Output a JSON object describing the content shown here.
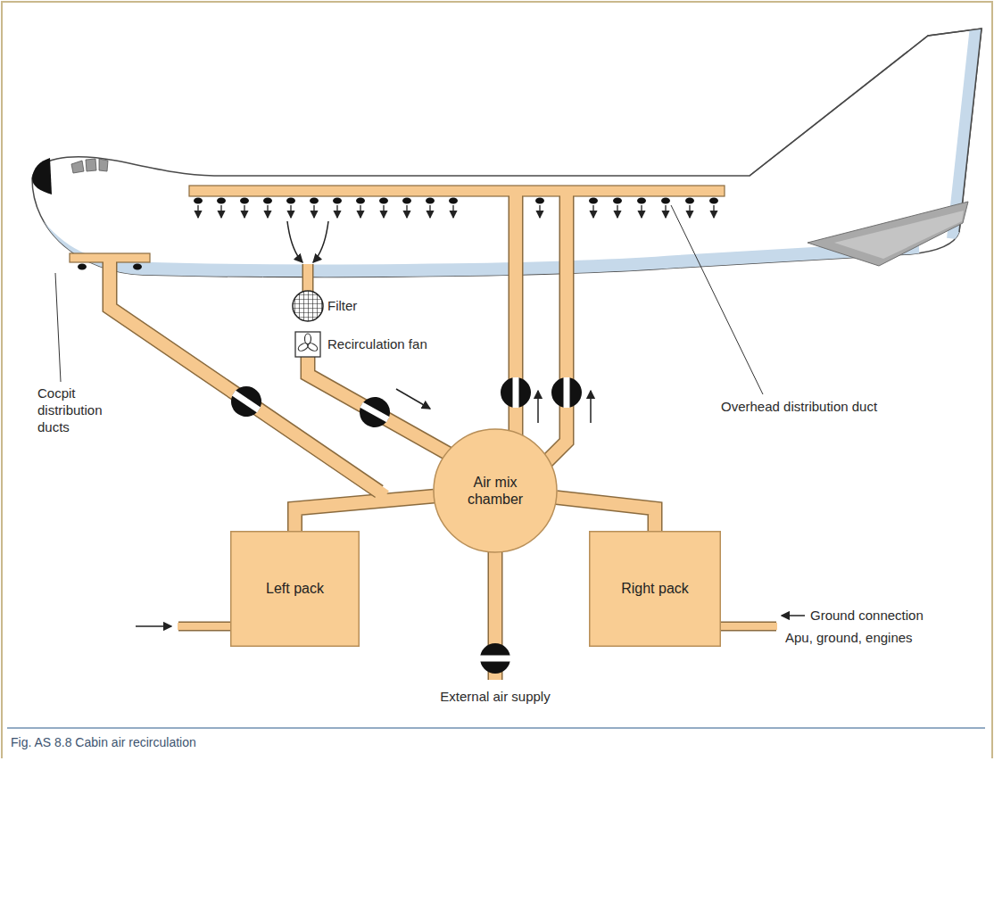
{
  "diagram": {
    "caption": "Fig. AS 8.8 Cabin air recirculation",
    "nodes": [
      {
        "text": [
          "Air mix chamber"
        ]
      },
      {
        "text": [
          "Left pack"
        ]
      },
      {
        "text": [
          "Right pack"
        ]
      }
    ],
    "edges": [
      {
        "from": 1,
        "to": 0,
        "arrow": "none"
      },
      {
        "from": 2,
        "to": 0,
        "arrow": "none"
      }
    ],
    "labels": [
      "Cocpit distribution ducts",
      "Filter",
      "Recirculation fan",
      "Overhead distribution duct",
      "External air supply",
      "Ground connection",
      "Apu, ground, engines"
    ]
  }
}
